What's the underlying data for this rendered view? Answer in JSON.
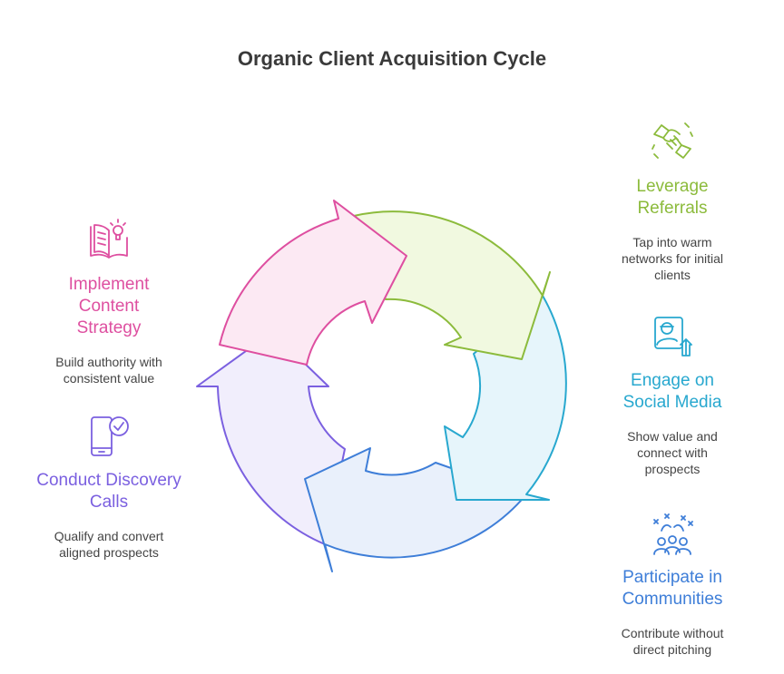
{
  "title": "Organic Client Acquisition Cycle",
  "colors": {
    "referrals": "#8cbb3c",
    "social": "#28a8cf",
    "communities": "#3e7ed8",
    "discovery": "#7b60e0",
    "content": "#de4fa0"
  },
  "steps": [
    {
      "id": "referrals",
      "heading": "Leverage Referrals",
      "desc": "Tap into warm networks for initial clients",
      "icon": "handshake-icon"
    },
    {
      "id": "social",
      "heading": "Engage on Social Media",
      "desc": "Show value and connect with prospects",
      "icon": "user-upload-icon"
    },
    {
      "id": "communities",
      "heading": "Participate in Communities",
      "desc": "Contribute without direct pitching",
      "icon": "people-celebrate-icon"
    },
    {
      "id": "discovery",
      "heading": "Conduct Discovery Calls",
      "desc": "Qualify and convert aligned prospects",
      "icon": "phone-check-icon"
    },
    {
      "id": "content",
      "heading": "Implement Content Strategy",
      "desc": "Build authority with consistent value",
      "icon": "book-lightbulb-icon"
    }
  ]
}
